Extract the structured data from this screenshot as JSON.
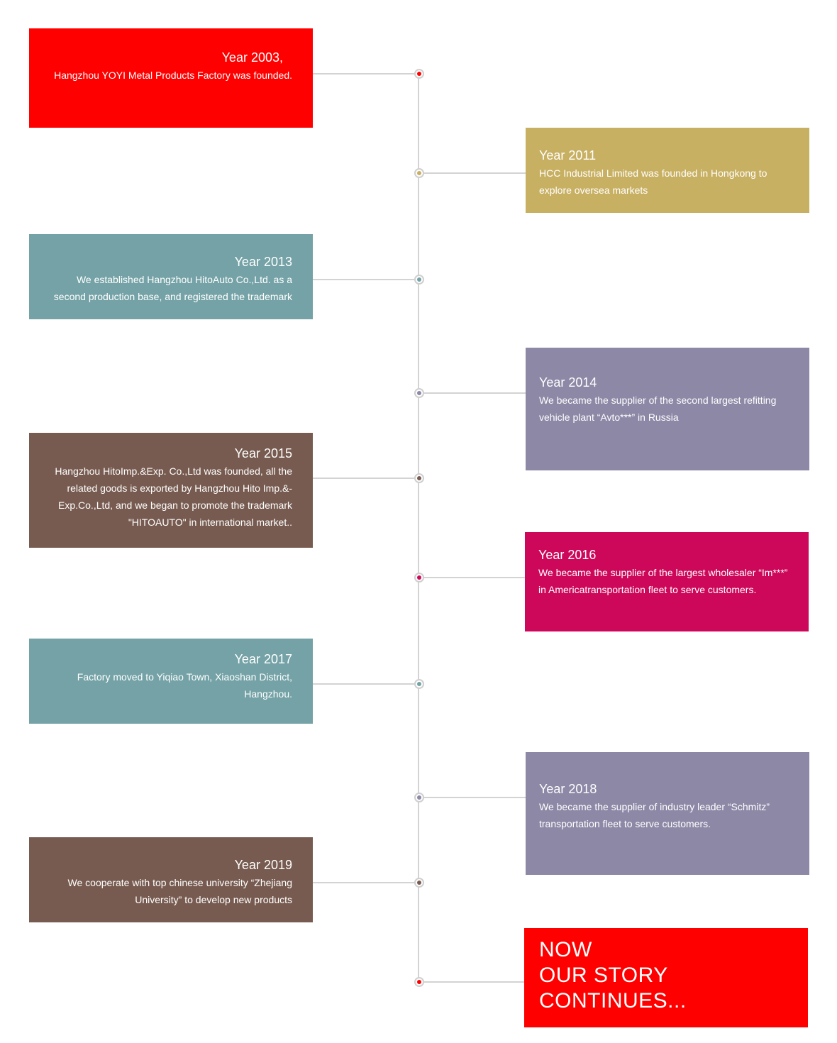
{
  "timeline": {
    "events": [
      {
        "year": "Year 2003,",
        "text": "Hangzhou YOYI Metal Products Factory was founded.",
        "color": "#ff0000"
      },
      {
        "year": "Year 2011",
        "text": "HCC Industrial Limited was founded in Hongkong to explore oversea markets",
        "color": "#c8b063"
      },
      {
        "year": "Year 2013",
        "text": "We established Hangzhou HitoAuto Co.,Ltd. as a second production base, and registered the trademark",
        "color": "#74a2a6"
      },
      {
        "year": "Year 2014",
        "text": "We became the supplier of the second largest refitting vehicle plant “Avto***” in Russia",
        "color": "#8c88a6"
      },
      {
        "year": "Year 2015",
        "text": "Hangzhou HitoImp.&Exp. Co.,Ltd was founded, all the related goods is exported by Hangzhou Hito Imp.&-Exp.Co.,Ltd, and we began to promote the trademark \"HITOAUTO\" in international market..",
        "color": "#775b50"
      },
      {
        "year": "Year 2016",
        "text": "We became the supplier of the largest wholesaler “Im***” in Americatransportation fleet to serve customers.",
        "color": "#cd085a"
      },
      {
        "year": "Year 2017",
        "text": "Factory moved to Yiqiao Town, Xiaoshan District, Hangzhou.",
        "color": "#74a2a6"
      },
      {
        "year": "Year 2018",
        "text": "We became the supplier of industry leader “Schmitz” transportation fleet to serve customers.",
        "color": "#8c88a6"
      },
      {
        "year": "Year 2019",
        "text": "We cooperate with top chinese university “Zhejiang University” to develop new products",
        "color": "#775b50"
      }
    ],
    "final": {
      "line1": "NOW",
      "line2": "OUR STORY",
      "line3": "CONTINUES...",
      "color": "#ff0000"
    }
  }
}
